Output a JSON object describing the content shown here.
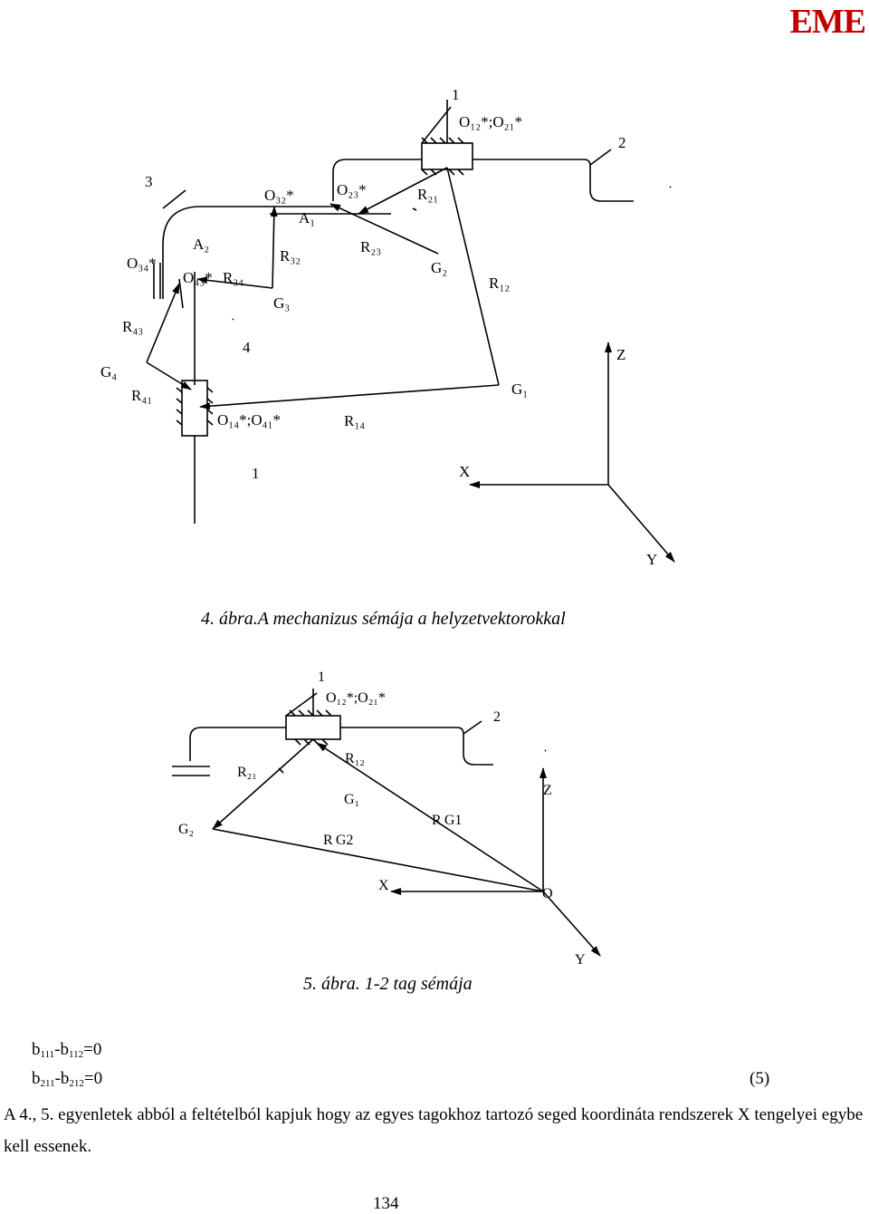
{
  "header": {
    "logo": "EME"
  },
  "figure4": {
    "caption": "4. ábra.A mechanizus sémája a helyzetvektorokkal",
    "labels": {
      "n1_top": "1",
      "o12_o21": "O₁₂*;O₂₁*",
      "n2": "2",
      "n3": "3",
      "o32": "O₃₂*",
      "o23": "O₂₃*",
      "r21": "R₂₁",
      "a1": "A₁",
      "a2": "A₂",
      "o34": "O₃₄*",
      "o43": "O₄₃*",
      "r34": "R₃₄",
      "r32": "R₃₂",
      "r23": "R₂₃",
      "g2": "G₂",
      "r12": "R₁₂",
      "g3": "G₃",
      "r43": "R₄₃",
      "n4": "4",
      "z": "Z",
      "g4": "G₄",
      "r41": "R₄₁",
      "g1": "G₁",
      "o14_o41": "O₁₄*;O₄₁*",
      "r14": "R₁₄",
      "n1_bottom": "1",
      "x": "X",
      "y": "Y"
    }
  },
  "figure5": {
    "caption": "5. ábra. 1-2 tag sémája",
    "labels": {
      "n1": "1",
      "o12_o21": "O₁₂*;O₂₁*",
      "n2": "2",
      "r21": "R₂₁",
      "r12": "R₁₂",
      "g1": "G₁",
      "z": "Z",
      "g2": "G₂",
      "rg1": "R G1",
      "rg2": "R G2",
      "x": "X",
      "o": "O",
      "y": "Y"
    }
  },
  "equations": {
    "eq1_b1": "b",
    "eq1_s1": "111",
    "eq1_b2": "-b",
    "eq1_s2": "112",
    "eq1_end": "=0",
    "eq2_b1": "b",
    "eq2_s1": "211",
    "eq2_b2": "-b",
    "eq2_s2": "212",
    "eq2_end": "=0",
    "eq_number": "(5)"
  },
  "paragraph": "A 4., 5. egyenletek abból a feltételból kapjuk hogy az egyes tagokhoz tartozó seged koordináta rendszerek X tengelyei egybe kell essenek.",
  "page_number": "134"
}
